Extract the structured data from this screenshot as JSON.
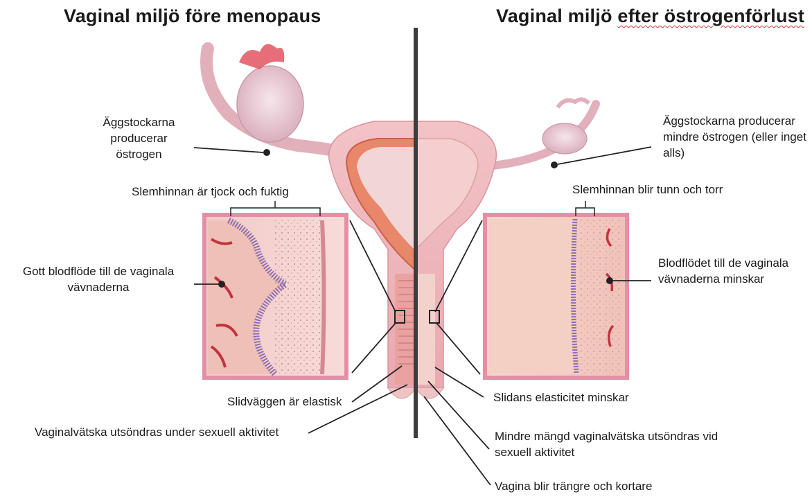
{
  "titles": {
    "left": "Vaginal miljö före menopaus",
    "right_part1": "Vaginal miljö ",
    "right_part2": "efter östrogenförlust"
  },
  "left_labels": {
    "ovaries": "Äggstockarna producerar östrogen",
    "mucosa": "Slemhinnan är tjock och fuktig",
    "blood_flow": "Gott blodflöde till de vaginala vävnaderna",
    "wall": "Slidväggen är elastisk",
    "fluid": "Vaginalvätska utsöndras under sexuell aktivitet"
  },
  "right_labels": {
    "ovaries": "Äggstockarna producerar mindre östrogen (eller inget alls)",
    "mucosa": "Slemhinnan blir tunn och torr",
    "blood_flow": "Blodflödet till de vaginala vävnaderna minskar",
    "elasticity": "Slidans elasticitet minskar",
    "fluid": "Mindre mängd vaginalvätska utsöndras vid sexuell aktivitet",
    "vagina": "Vagina blir trängre och kortare"
  }
}
